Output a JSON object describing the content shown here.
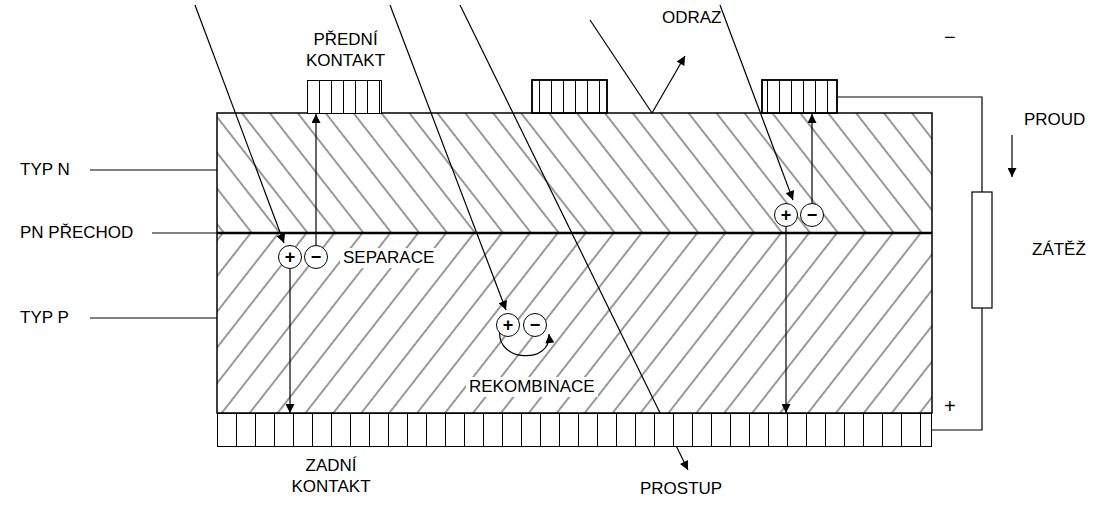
{
  "diagram": {
    "nodes": [
      {
        "text": [
          "PŘEDNÍ KONTAKT"
        ]
      },
      {
        "text": [
          "+"
        ]
      },
      {
        "text": [
          "−"
        ]
      },
      {
        "text": [
          "+"
        ]
      },
      {
        "text": [
          "−"
        ]
      },
      {
        "text": [
          "+"
        ]
      },
      {
        "text": [
          "−"
        ]
      },
      {
        "text": [
          "ZADNÍ KONTAKT"
        ]
      }
    ],
    "edges": [
      {
        "from": 2,
        "to": 0,
        "arrow": "to"
      },
      {
        "from": 1,
        "to": 7,
        "arrow": "to"
      },
      {
        "from": 5,
        "to": 7,
        "arrow": "to"
      }
    ],
    "labels": [
      "ODRAZ",
      "PROUD",
      "−",
      "+",
      "ZÁTĚŽ",
      "TYP N",
      "PN PŘECHOD",
      "TYP P",
      "SEPARACE",
      "REKOMBINACE",
      "PROSTUP"
    ]
  }
}
